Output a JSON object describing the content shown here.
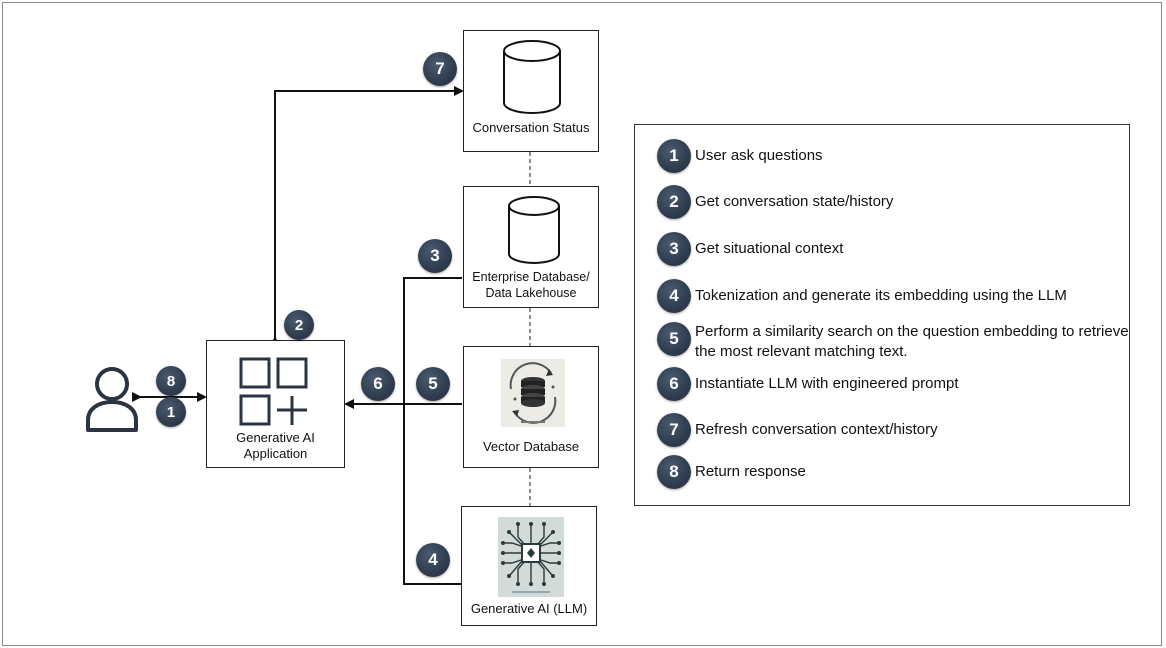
{
  "nodes": {
    "conversation_status": "Conversation Status",
    "enterprise_db": "Enterprise Database/\nData Lakehouse",
    "vector_db": "Vector Database",
    "llm": "Generative AI (LLM)",
    "app": "Generative AI\nApplication"
  },
  "badges": {
    "b1": "1",
    "b2": "2",
    "b3": "3",
    "b4": "4",
    "b5": "5",
    "b6": "6",
    "b7": "7",
    "b8": "8"
  },
  "legend": {
    "items": [
      {
        "num": "1",
        "text": "User ask questions"
      },
      {
        "num": "2",
        "text": "Get conversation state/history"
      },
      {
        "num": "3",
        "text": "Get situational context"
      },
      {
        "num": "4",
        "text": "Tokenization and generate its embedding using the LLM"
      },
      {
        "num": "5",
        "text": "Perform a similarity search on the question embedding to retrieve the most relevant matching text."
      },
      {
        "num": "6",
        "text": "Instantiate LLM with engineered prompt"
      },
      {
        "num": "7",
        "text": "Refresh conversation context/history"
      },
      {
        "num": "8",
        "text": "Return response"
      }
    ]
  },
  "colors": {
    "badge": "#2f3c4e",
    "line": "#111111"
  },
  "icons": {
    "user": "user-icon",
    "app": "apps-grid-icon",
    "db": "cylinder-database-icon",
    "vector": "vector-database-icon",
    "llm": "ai-chip-icon"
  }
}
